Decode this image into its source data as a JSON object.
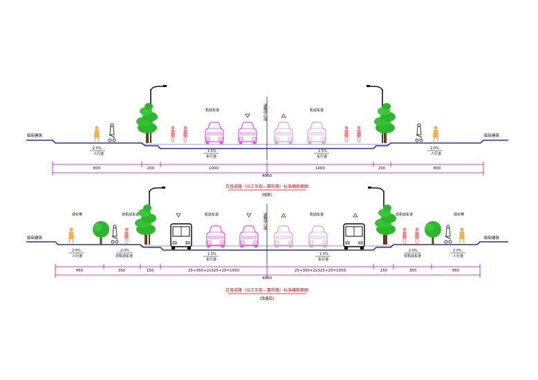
{
  "colors": {
    "ground": "#2b2f9a",
    "dimension": "#c000c0",
    "car": "#e14ee1",
    "carLight": "#d79bd8",
    "tree": "#2eb52e",
    "trunk": "#6b3d12",
    "lamp": "#111111",
    "person": "#f08a8a",
    "walker": "#f2b050",
    "titleRed": "#d40000",
    "text": "#000000"
  },
  "section1": {
    "groundLabelLeft": "临街建筑",
    "groundLabelRight": "临街建筑",
    "centerLine": "道路中心线",
    "laneLeft": "机动车道",
    "laneRight": "机动车道",
    "slopes": [
      {
        "value": "2.0%",
        "label": "人行道"
      },
      {
        "value": "1.5%",
        "label": "车行道"
      },
      {
        "value": "1.5%",
        "label": "车行道"
      },
      {
        "value": "2.0%",
        "label": "人行道"
      }
    ],
    "dims": [
      "800",
      "200",
      "1000",
      "1000",
      "200",
      "800"
    ],
    "total": "4000",
    "title": "白音诺路（兰江东街—蒙和路）标准横断面图",
    "subtitle": "（规划）"
  },
  "section2": {
    "groundLabelLeft": "临街建筑",
    "groundLabelRight": "临街建筑",
    "centerLine": "道路中心线",
    "treeLabelLeft": "绿化带",
    "treeLabelRight": "绿化带",
    "bikeLabelLeft": "非机动车道",
    "bikeLabelRight": "非机动车道",
    "laneLeft": "机动车道",
    "laneRight": "机动车道",
    "slopes": [
      {
        "value": "2.0%",
        "label": "人行道"
      },
      {
        "value": "2.0%",
        "label": "非机动车道"
      },
      {
        "value": "1.5%",
        "label": "车行道"
      },
      {
        "value": "1.5%",
        "label": "车行道"
      },
      {
        "value": "2.0%",
        "label": "非机动车道"
      },
      {
        "value": "2.0%",
        "label": "人行道"
      }
    ],
    "dims": [
      "450",
      "350",
      "150",
      "25+350+2x325+25=1050",
      "25+350+2x325+25=1050",
      "150",
      "350",
      "450"
    ],
    "total": "4000",
    "title": "白音诺路（兰江东街—蒙和路）标准横断面图",
    "subtitle": "（改造后）"
  }
}
